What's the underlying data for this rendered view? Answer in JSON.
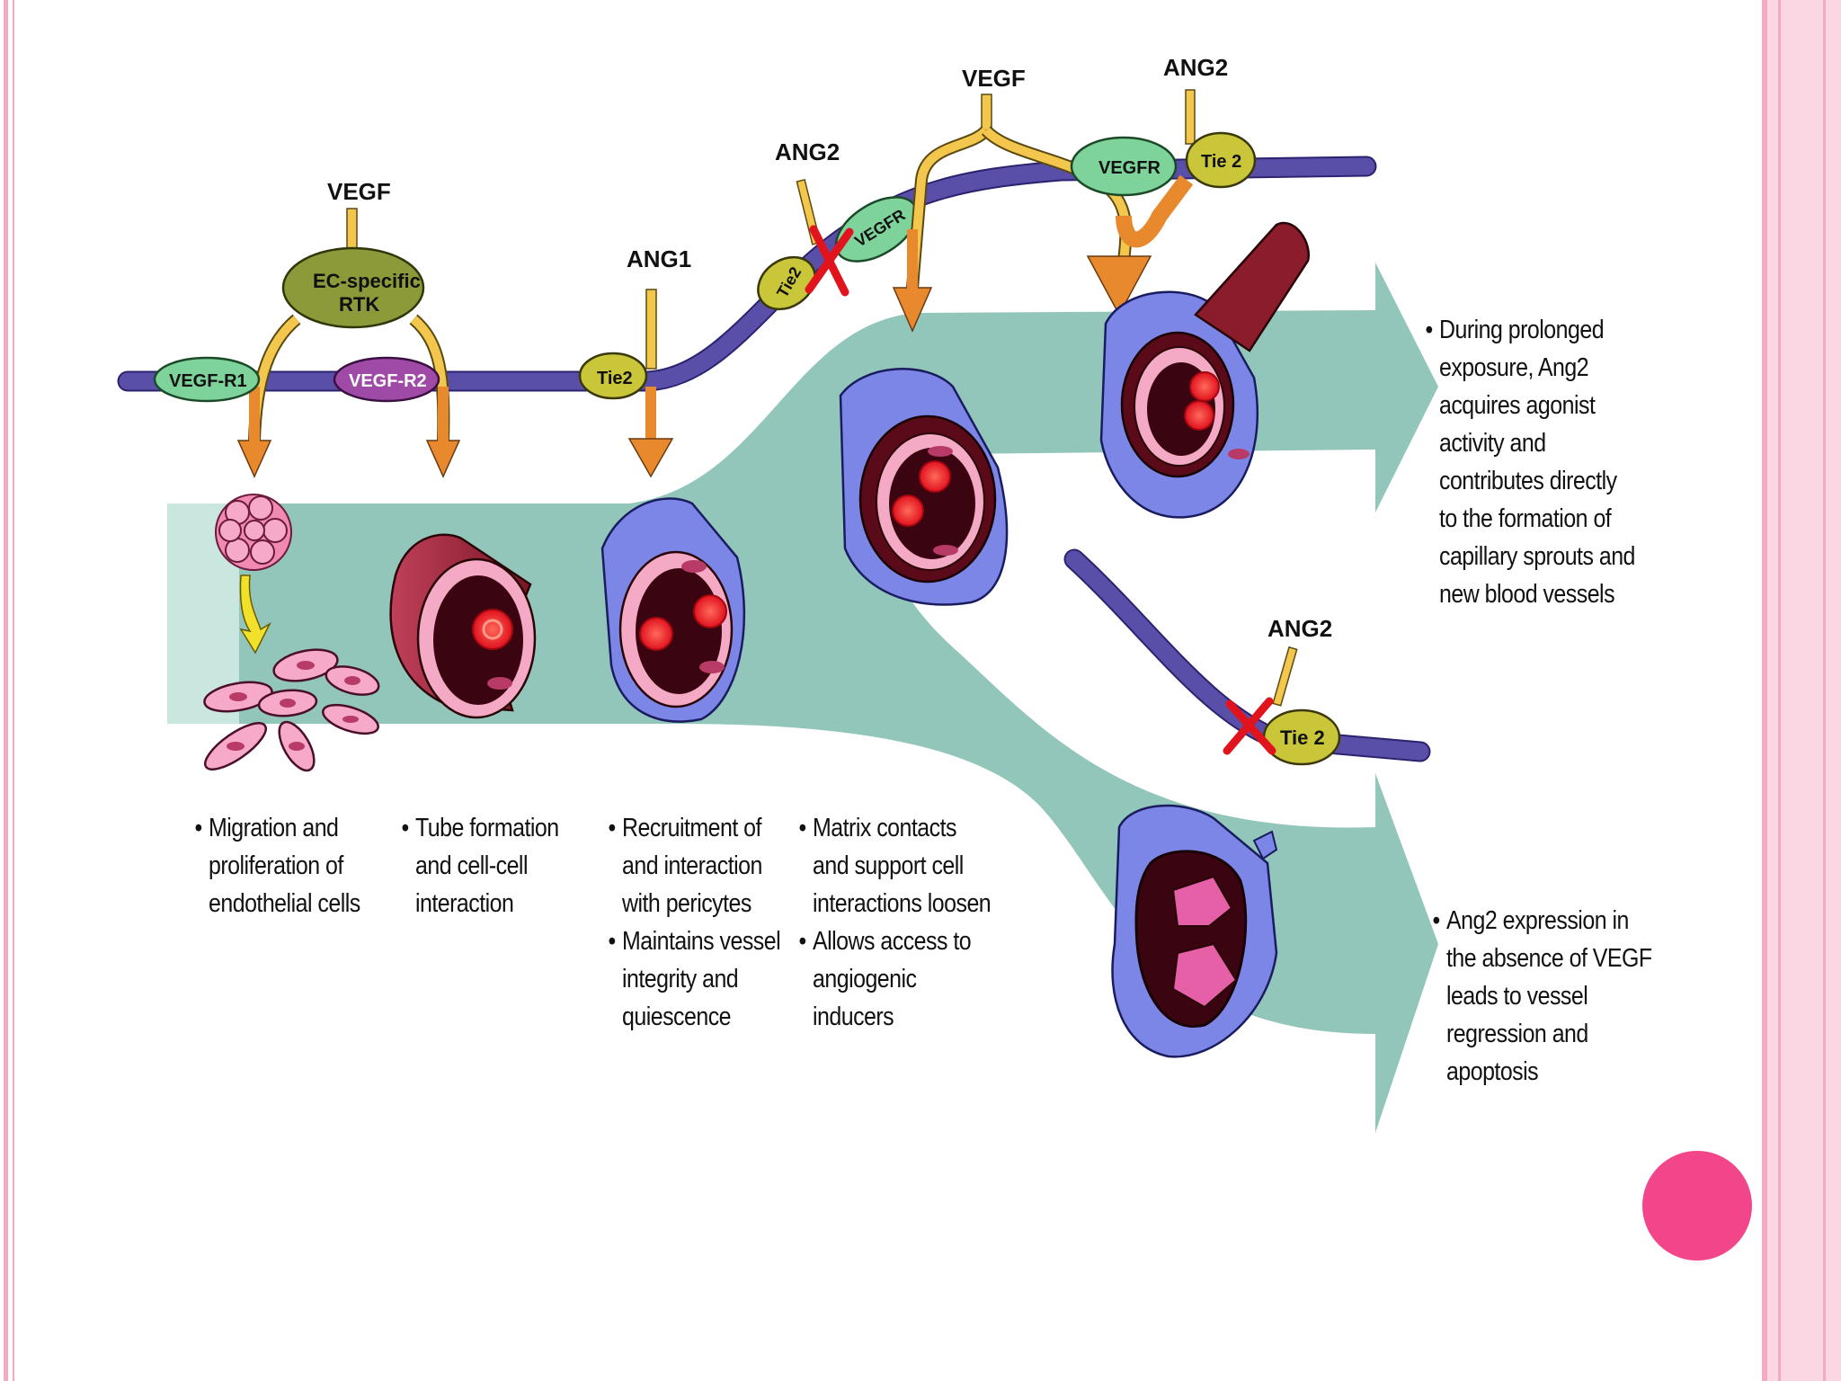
{
  "colors": {
    "frame_pink": "#f4a9c4",
    "frame_accent": "#e5528c",
    "dot": "#f2458a",
    "flow_band": "#8dc3b6",
    "membrane": "#5a4fa8",
    "arrow_orange": "#e8892e",
    "vessel_red": "#8b1c2c",
    "pericyte_blue": "#7c86e6"
  },
  "labels": {
    "vegf_left": "VEGF",
    "ec_rtk_line1": "EC-specific",
    "ec_rtk_line2": "RTK",
    "vegf_r1": "VEGF-R1",
    "vegf_r2": "VEGF-R2",
    "ang1": "ANG1",
    "tie2_left": "Tie2",
    "ang2_mid": "ANG2",
    "tie2_mid": "Tie2",
    "vegfr_mid": "VEGFR",
    "vegf_top": "VEGF",
    "ang2_top": "ANG2",
    "vegfr_right": "VEGFR",
    "tie2_right": "Tie 2",
    "ang2_low": "ANG2",
    "tie2_low": "Tie 2"
  },
  "captions": {
    "stage1": [
      "Migration and",
      "proliferation of",
      "endothelial cells"
    ],
    "stage2": [
      "Tube formation",
      "and cell-cell",
      "interaction"
    ],
    "stage3a": [
      "Recruitment of",
      "and interaction",
      "with pericytes"
    ],
    "stage3b": [
      "Maintains vessel",
      "integrity and",
      "quiescence"
    ],
    "stage4a": [
      "Matrix contacts",
      "and support cell",
      "interactions loosen"
    ],
    "stage4b": [
      "Allows access to",
      "angiogenic",
      "inducers"
    ],
    "outcome_upper": [
      "During prolonged",
      "exposure, Ang2",
      "acquires agonist",
      "activity and",
      "contributes directly",
      "to the formation of",
      "capillary sprouts and",
      "new blood vessels"
    ],
    "outcome_lower": [
      "Ang2 expression in",
      "the absence of VEGF",
      "leads to vessel",
      "regression and",
      "apoptosis"
    ]
  }
}
